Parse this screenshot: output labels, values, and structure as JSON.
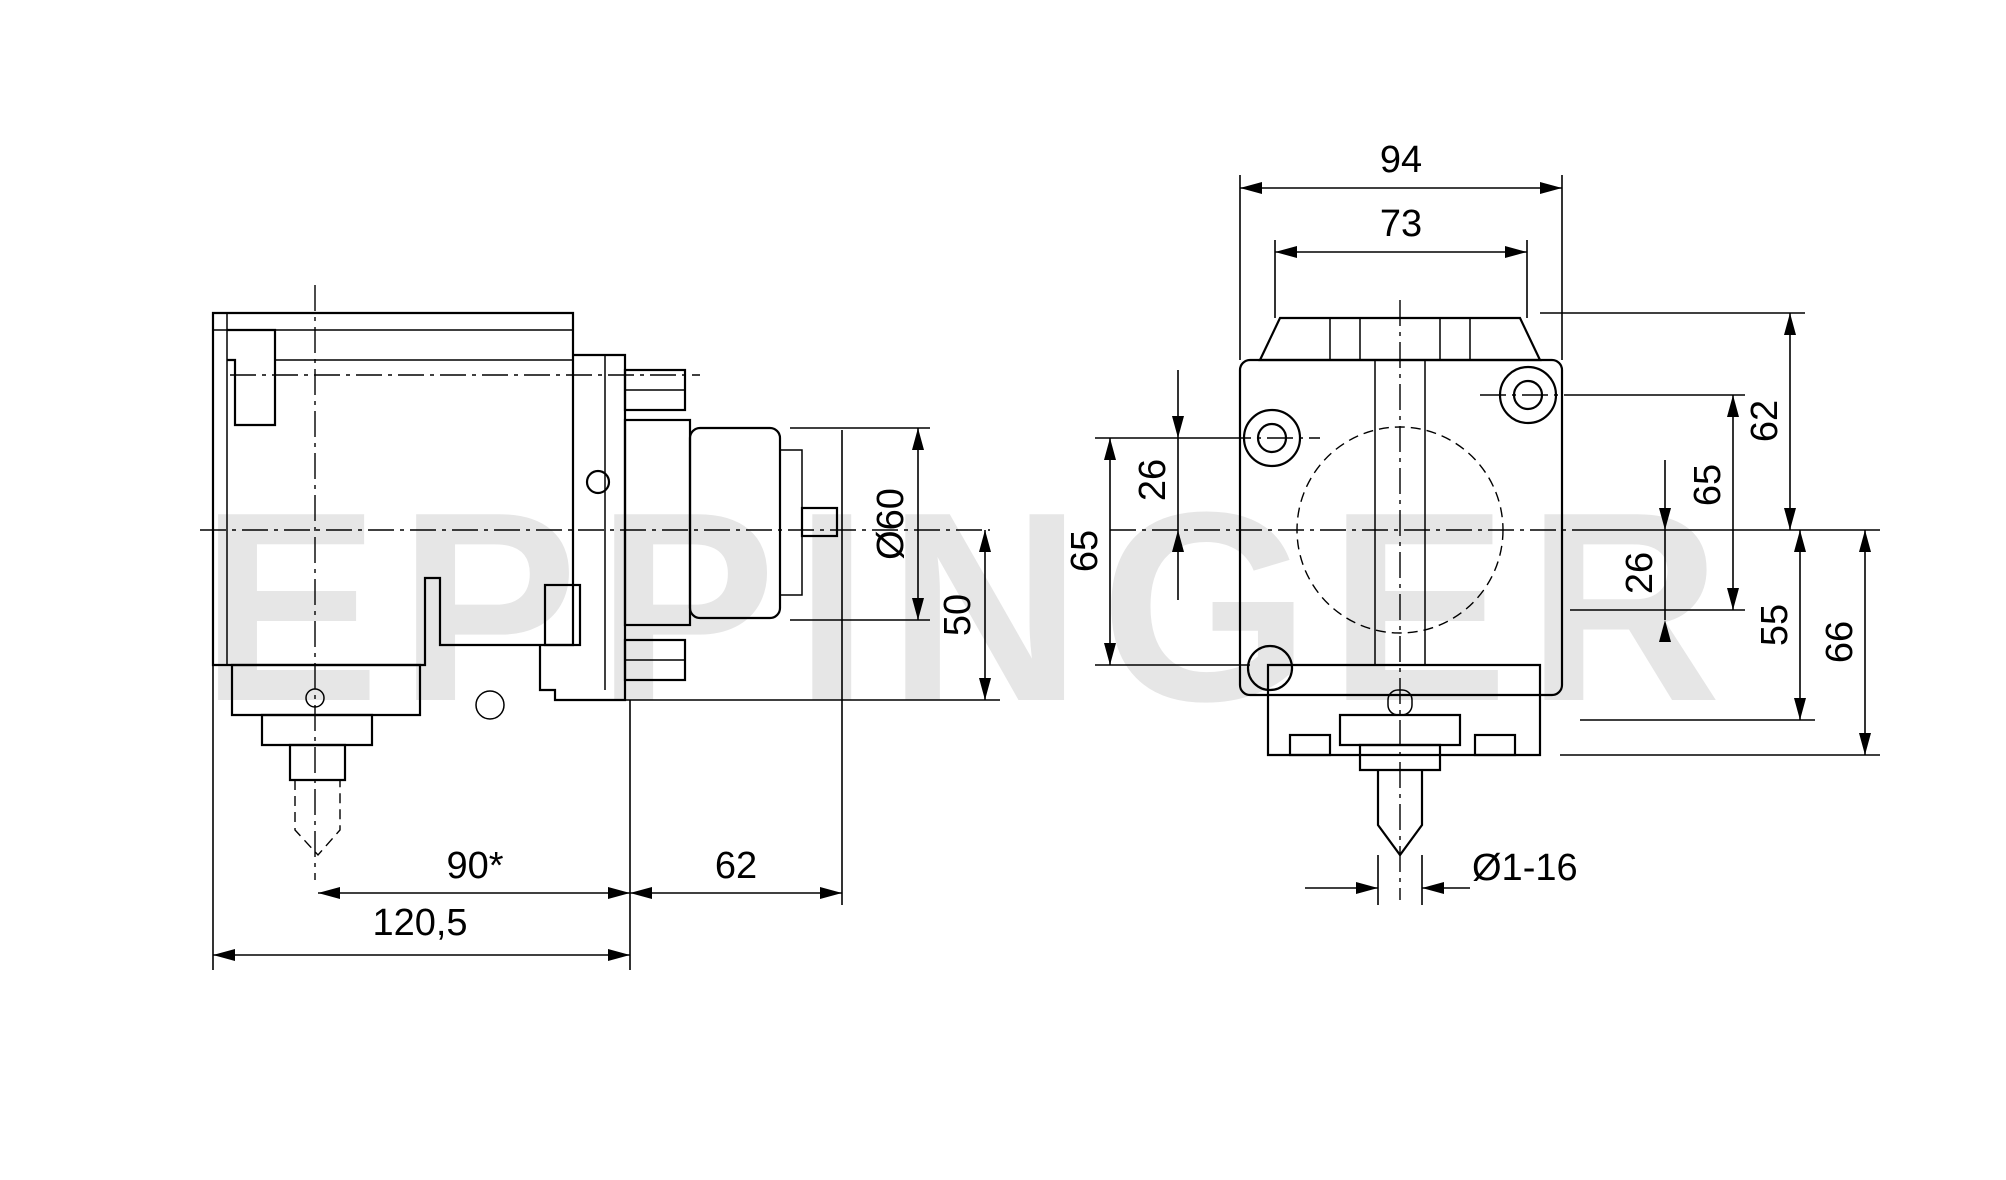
{
  "watermark": "EPPINGER",
  "dimensions": {
    "side_view": {
      "width_90": "90*",
      "offset_62": "62",
      "total_120_5": "120,5",
      "dia_60": "Ø60",
      "height_50": "50"
    },
    "front_view": {
      "width_94": "94",
      "width_73": "73",
      "height_62": "62",
      "height_65_right": "65",
      "height_65_left": "65",
      "height_26_top": "26",
      "height_26_bottom": "26",
      "height_55": "55",
      "height_66": "66",
      "clamp_range": "Ø1-16"
    }
  }
}
